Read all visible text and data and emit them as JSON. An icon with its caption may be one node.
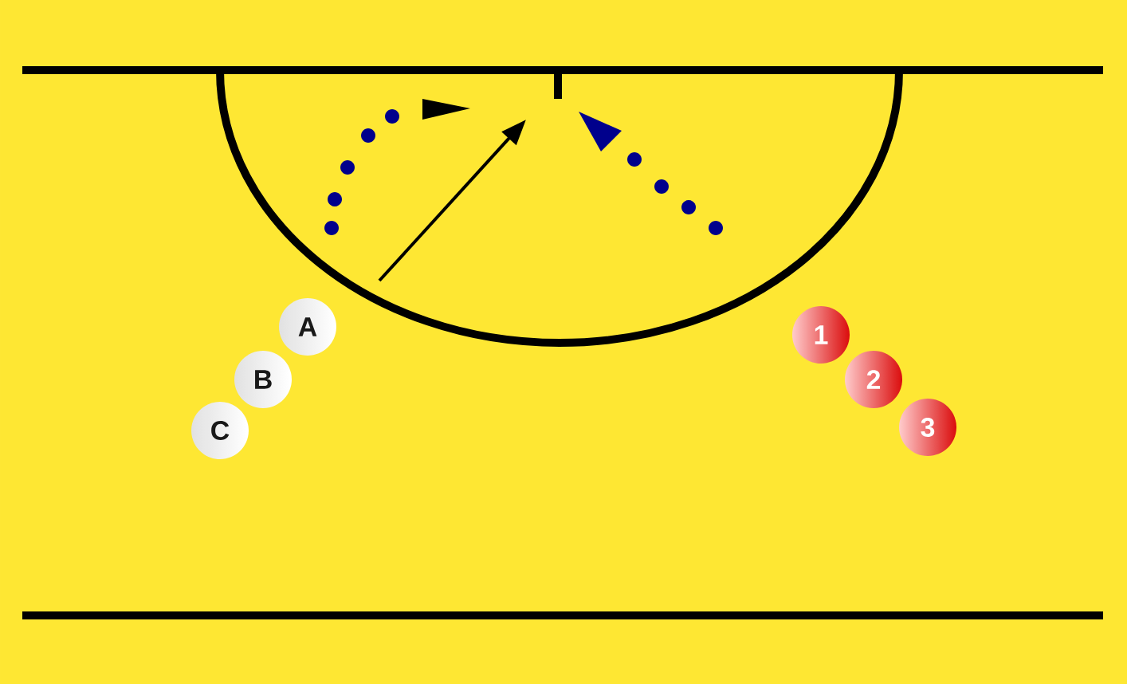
{
  "diagram": {
    "nodes": [
      {
        "text": [
          "A"
        ]
      },
      {
        "text": [
          "B"
        ]
      },
      {
        "text": [
          "C"
        ]
      },
      {
        "text": [
          "1"
        ]
      },
      {
        "text": [
          "2"
        ]
      },
      {
        "text": [
          "3"
        ]
      }
    ]
  }
}
